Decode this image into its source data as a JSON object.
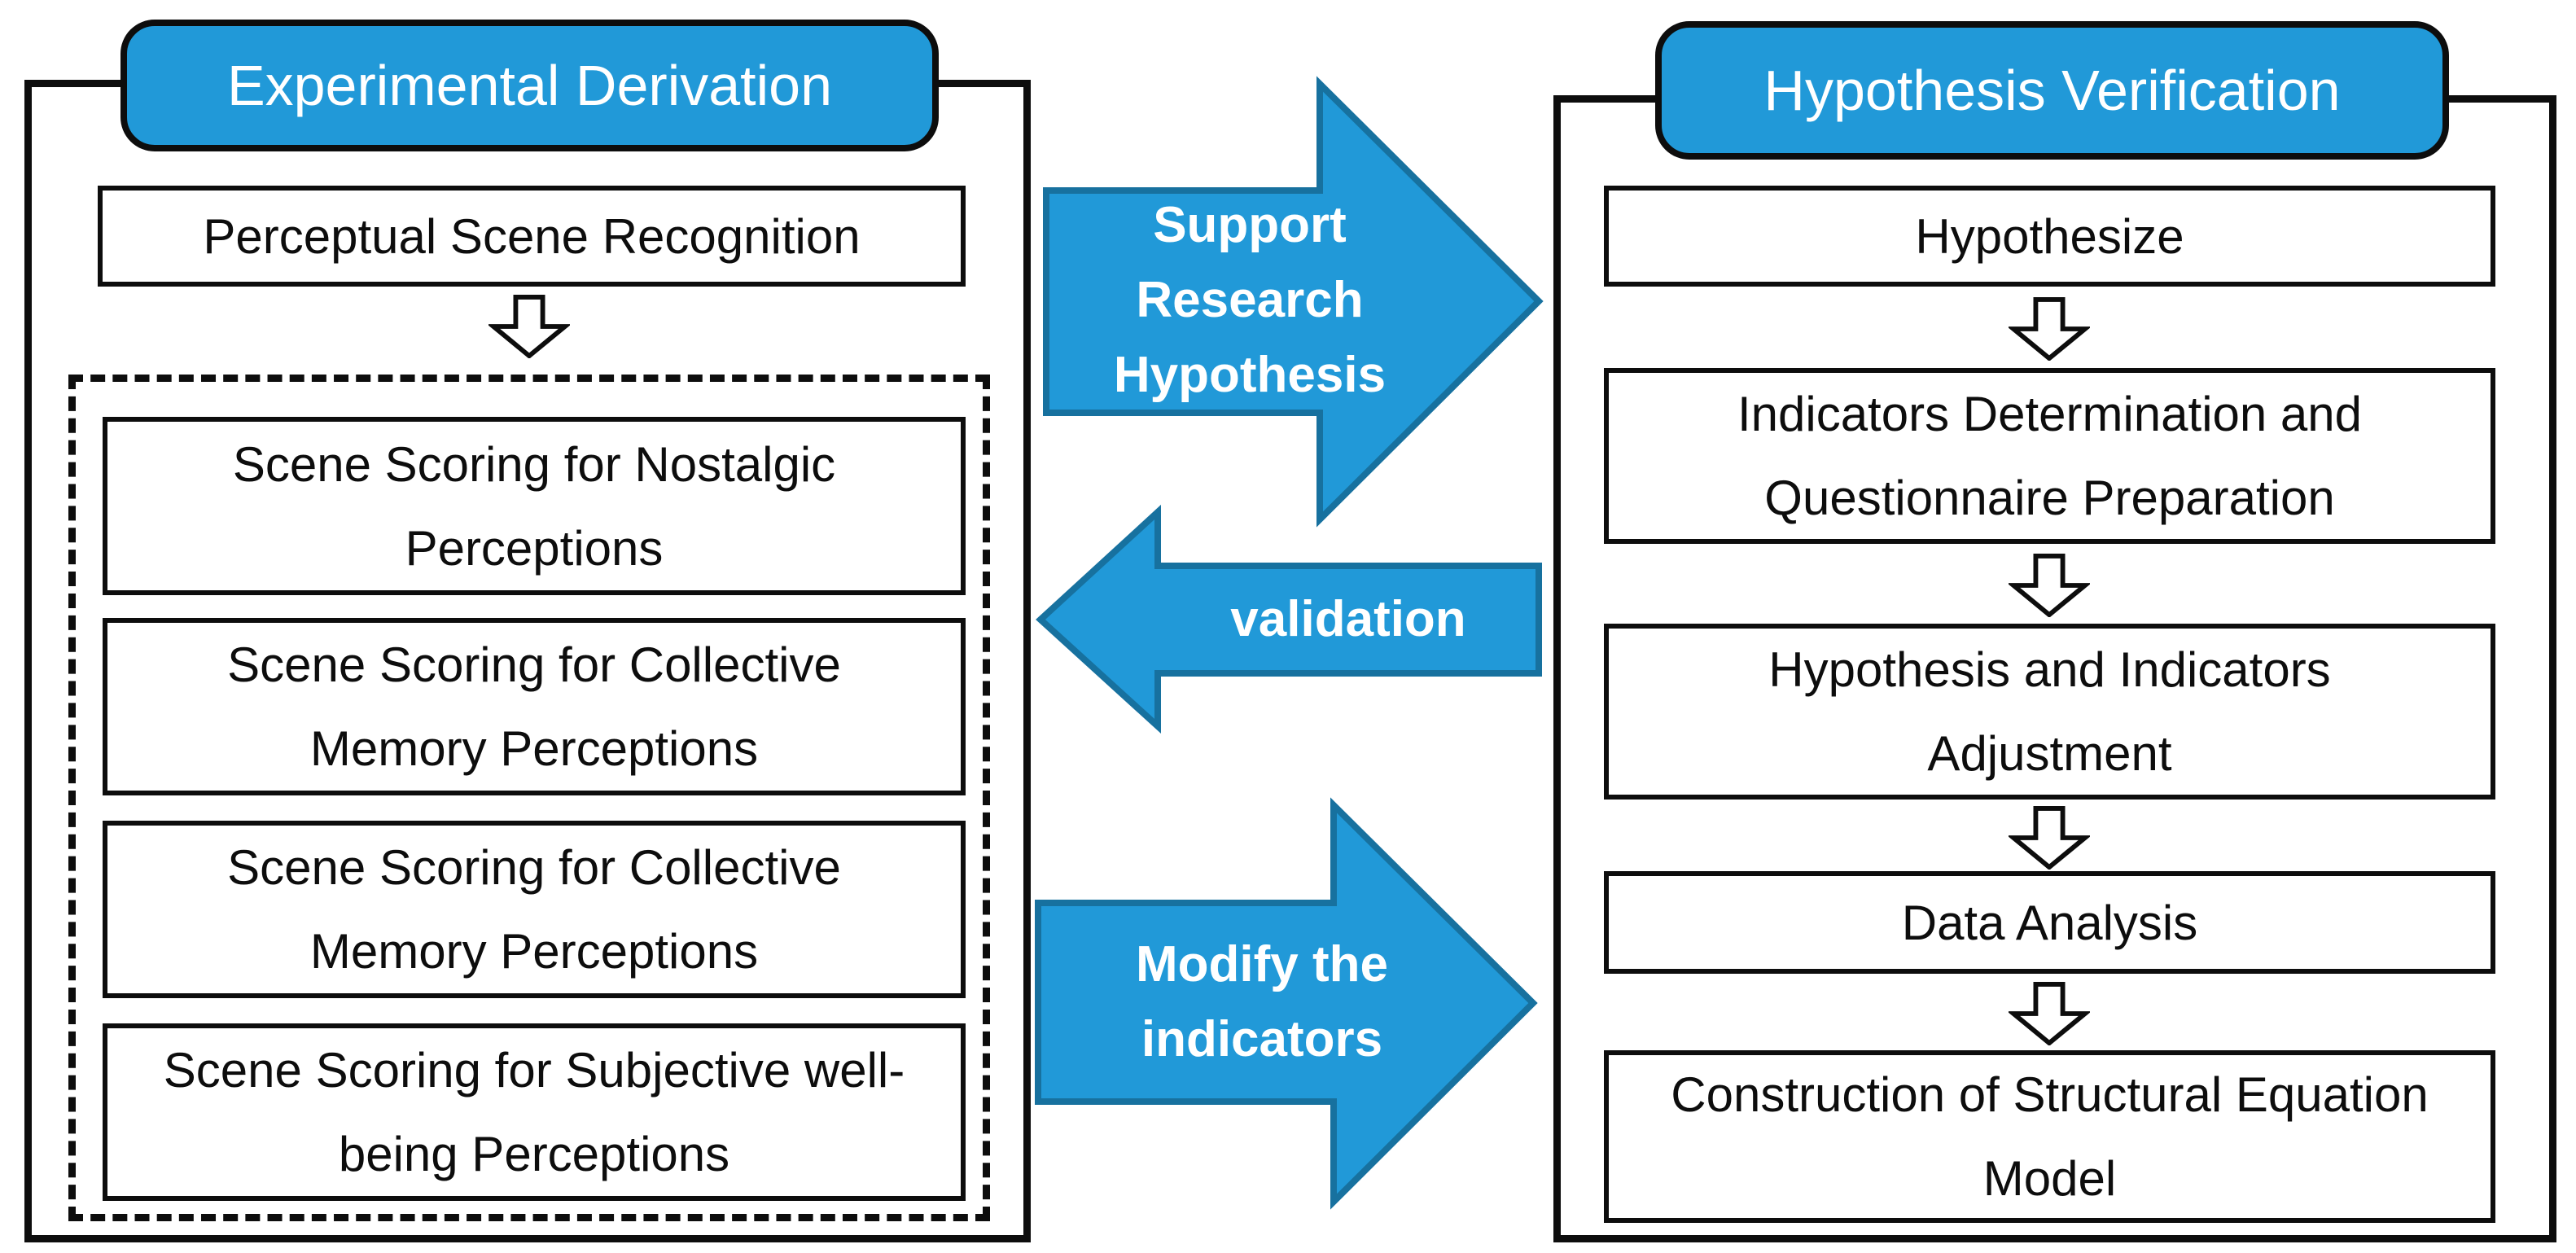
{
  "colors": {
    "accent_blue": "#2199d8",
    "accent_blue_border": "#17719f",
    "ink": "#0d0d0d"
  },
  "left_panel": {
    "title": "Experimental Derivation",
    "recognition_box": "Perceptual Scene Recognition",
    "scoring_boxes": [
      "Scene Scoring for Nostalgic Perceptions",
      "Scene Scoring for Collective Memory Perceptions",
      "Scene Scoring for Collective Memory Perceptions",
      "Scene Scoring for Subjective well-being Perceptions"
    ]
  },
  "connectors": {
    "support": {
      "label": "Support Research Hypothesis",
      "direction": "right"
    },
    "validation": {
      "label": "validation",
      "direction": "left"
    },
    "modify": {
      "label": "Modify the indicators",
      "direction": "right"
    }
  },
  "right_panel": {
    "title": "Hypothesis Verification",
    "steps": [
      "Hypothesize",
      "Indicators Determination and Questionnaire Preparation",
      "Hypothesis and Indicators Adjustment",
      "Data Analysis",
      "Construction of Structural Equation Model"
    ]
  }
}
